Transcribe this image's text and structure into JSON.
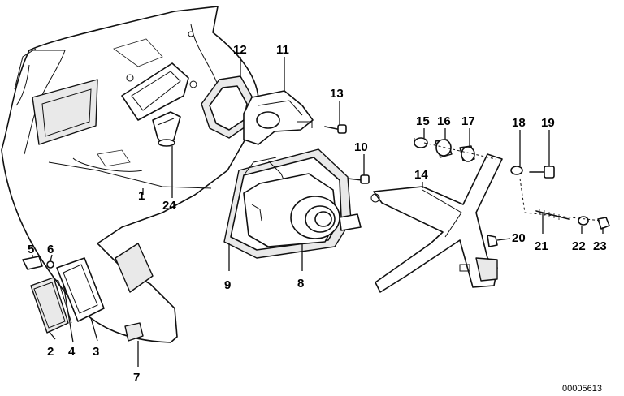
{
  "callouts": {
    "c1": "1",
    "c2": "2",
    "c3": "3",
    "c4": "4",
    "c5": "5",
    "c6": "6",
    "c7": "7",
    "c8": "8",
    "c9": "9",
    "c10": "10",
    "c11": "11",
    "c12": "12",
    "c13": "13",
    "c14": "14",
    "c15": "15",
    "c16": "16",
    "c17": "17",
    "c18": "18",
    "c19": "19",
    "c20": "20",
    "c21": "21",
    "c22": "22",
    "c23": "23",
    "c24": "24"
  },
  "document_id": "00005613"
}
